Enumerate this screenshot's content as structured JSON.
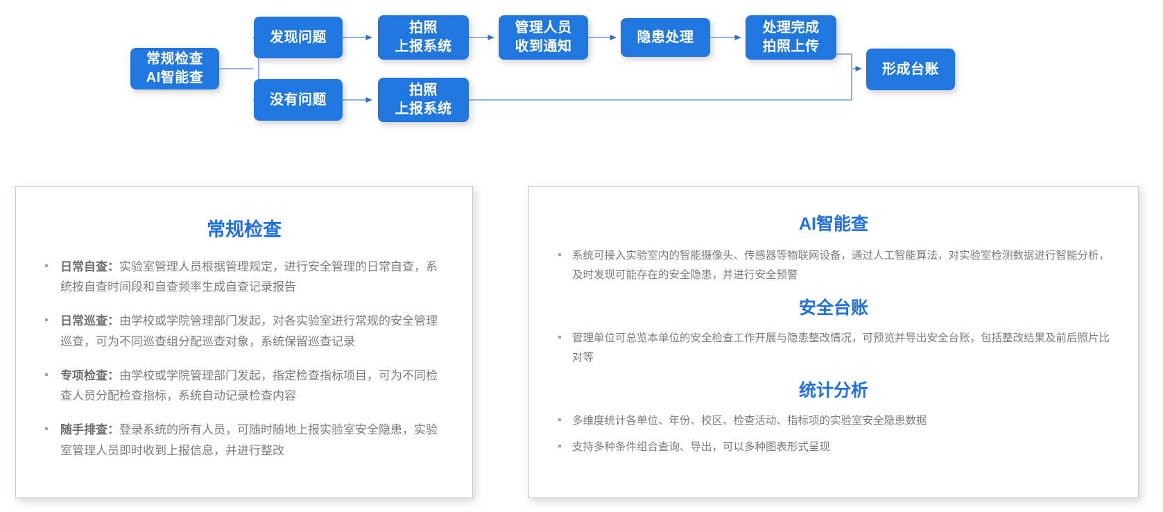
{
  "theme": {
    "node_blue": "#2177E0",
    "title_blue": "#1F6FE5",
    "connector_blue": "#4A82D6",
    "body_text": "#7c7c7c",
    "card_border": "#cdcdcd"
  },
  "flowchart": {
    "nodes": [
      {
        "id": "start",
        "label": "常规检查\nAI智能查"
      },
      {
        "id": "issue-found",
        "label": "发现问题"
      },
      {
        "id": "no-issue",
        "label": "没有问题"
      },
      {
        "id": "report-top",
        "label": "拍照\n上报系统"
      },
      {
        "id": "report-bot",
        "label": "拍照\n上报系统"
      },
      {
        "id": "notify",
        "label": "管理人员\n收到通知"
      },
      {
        "id": "handle",
        "label": "隐患处理"
      },
      {
        "id": "done-photo",
        "label": "处理完成\n拍照上传"
      },
      {
        "id": "ledger",
        "label": "形成台账"
      }
    ]
  },
  "cards": {
    "left": {
      "title": "常规检查",
      "bullets": [
        {
          "lead": "日常自查：",
          "text": "实验室管理人员根据管理规定，进行安全管理的日常自查，系统按自查时间段和自查频率生成自查记录报告"
        },
        {
          "lead": "日常巡查：",
          "text": "由学校或学院管理部门发起，对各实验室进行常规的安全管理巡查，可为不同巡查组分配巡查对象，系统保留巡查记录"
        },
        {
          "lead": "专项检查：",
          "text": "由学校或学院管理部门发起，指定检查指标项目，可为不同检查人员分配检查指标，系统自动记录检查内容"
        },
        {
          "lead": "随手排查：",
          "text": "登录系统的所有人员，可随时随地上报实验室安全隐患，实验室管理人员即时收到上报信息，并进行整改"
        }
      ]
    },
    "right": {
      "sections": [
        {
          "title": "AI智能查",
          "bullets": [
            {
              "lead": "",
              "text": "系统可接入实验室内的智能摄像头、传感器等物联网设备，通过人工智能算法，对实验室检测数据进行智能分析，及时发现可能存在的安全隐患，并进行安全预警"
            }
          ]
        },
        {
          "title": "安全台账",
          "bullets": [
            {
              "lead": "",
              "text": "管理单位可总览本单位的安全检查工作开展与隐患整改情况，可预览并导出安全台账，包括整改结果及前后照片比对等"
            }
          ]
        },
        {
          "title": "统计分析",
          "bullets": [
            {
              "lead": "",
              "text": "多维度统计各单位、年份、校区、检查活动、指标项的实验室安全隐患数据"
            },
            {
              "lead": "",
              "text": "支持多种条件组合查询、导出，可以多种图表形式呈现"
            }
          ]
        }
      ]
    }
  }
}
